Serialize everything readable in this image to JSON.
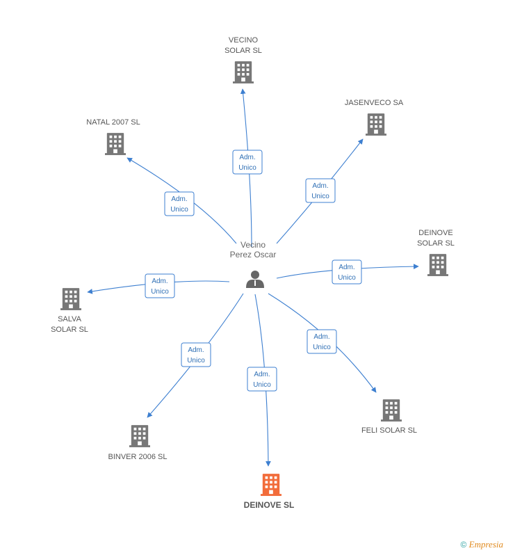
{
  "colors": {
    "edge": "#3d7fd0",
    "building": "#777777",
    "building_main": "#f26c3a"
  },
  "center": {
    "lines": [
      "Vecino",
      "Perez Oscar"
    ],
    "icon": "person-icon"
  },
  "companies": [
    {
      "id": "vecino-solar",
      "lines": [
        "VECINO",
        "SOLAR SL"
      ],
      "role": [
        "Adm.",
        "Unico"
      ],
      "main": false
    },
    {
      "id": "jasenveco",
      "lines": [
        "JASENVECO SA"
      ],
      "role": [
        "Adm.",
        "Unico"
      ],
      "main": false
    },
    {
      "id": "natal-2007",
      "lines": [
        "NATAL 2007 SL"
      ],
      "role": [
        "Adm.",
        "Unico"
      ],
      "main": false
    },
    {
      "id": "deinove-solar",
      "lines": [
        "DEINOVE",
        "SOLAR SL"
      ],
      "role": [
        "Adm.",
        "Unico"
      ],
      "main": false
    },
    {
      "id": "salva-solar",
      "lines": [
        "SALVA",
        "SOLAR SL"
      ],
      "role": [
        "Adm.",
        "Unico"
      ],
      "main": false
    },
    {
      "id": "feli-solar",
      "lines": [
        "FELI SOLAR SL"
      ],
      "role": [
        "Adm.",
        "Unico"
      ],
      "main": false
    },
    {
      "id": "binver-2006",
      "lines": [
        "BINVER 2006 SL"
      ],
      "role": [
        "Adm.",
        "Unico"
      ],
      "main": false
    },
    {
      "id": "deinove",
      "lines": [
        "DEINOVE SL"
      ],
      "role": [
        "Adm.",
        "Unico"
      ],
      "main": true
    }
  ],
  "footer": {
    "copyright": "©",
    "brand": "Empresia"
  }
}
